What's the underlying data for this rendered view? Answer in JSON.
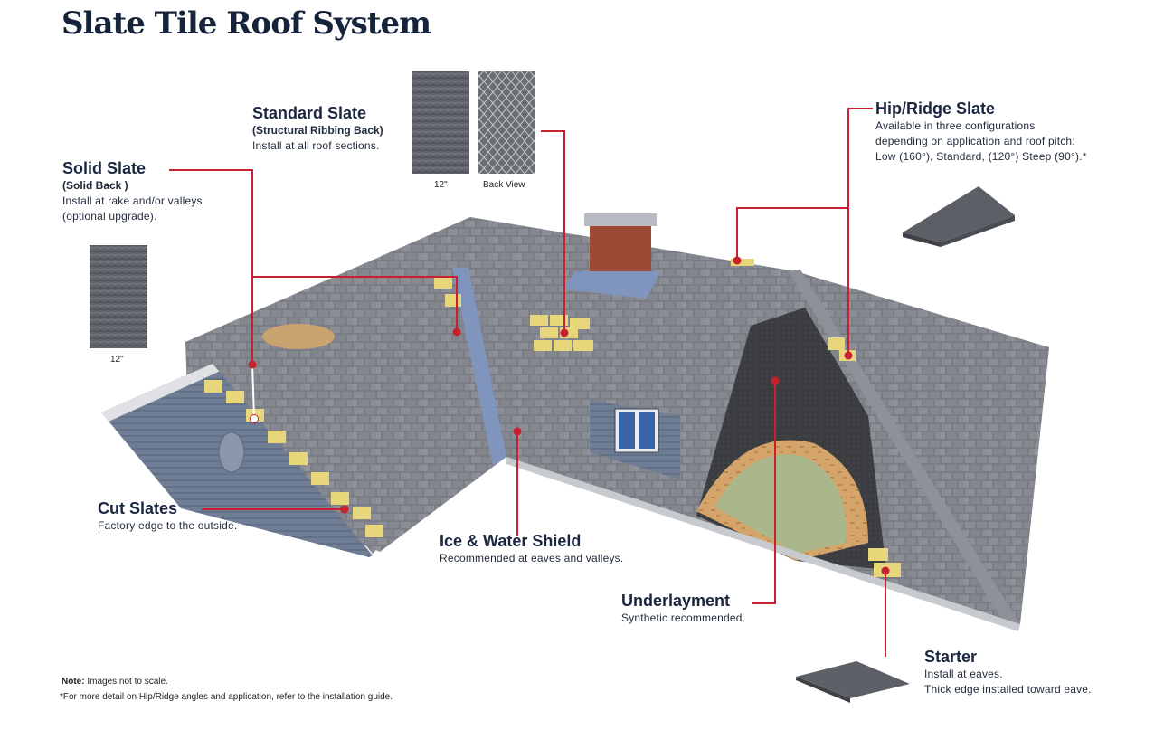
{
  "title": "Slate Tile Roof System",
  "callouts": {
    "standard_slate": {
      "heading": "Standard Slate",
      "sub": "(Structural Ribbing Back)",
      "text": "Install at all roof sections.",
      "cap_front": "12\"",
      "cap_back": "Back View"
    },
    "solid_slate": {
      "heading": "Solid Slate",
      "sub": "(Solid Back )",
      "line1": "Install at rake and/or valleys",
      "line2": "(optional upgrade).",
      "cap": "12\""
    },
    "hip_ridge": {
      "heading": "Hip/Ridge Slate",
      "line1": "Available in three configurations",
      "line2": "depending on application and roof pitch:",
      "line3": "Low (160°), Standard, (120°) Steep (90°).*"
    },
    "cut_slates": {
      "heading": "Cut Slates",
      "text": "Factory edge to the outside."
    },
    "ice_water": {
      "heading": "Ice & Water Shield",
      "text": "Recommended at eaves and valleys."
    },
    "underlayment": {
      "heading": "Underlayment",
      "text": "Synthetic recommended."
    },
    "starter": {
      "heading": "Starter",
      "line1": "Install at eaves.",
      "line2": "Thick edge installed toward eave."
    }
  },
  "notes": {
    "note_label": "Note:",
    "note_text": " Images not to scale.",
    "footnote": "*For more detail on Hip/Ridge angles and application, refer to the installation guide."
  },
  "colors": {
    "callout_red": "#c8202f",
    "title_navy": "#15233b",
    "slate_gray": "#6e7178",
    "highlight_yellow": "#e8d77a"
  }
}
